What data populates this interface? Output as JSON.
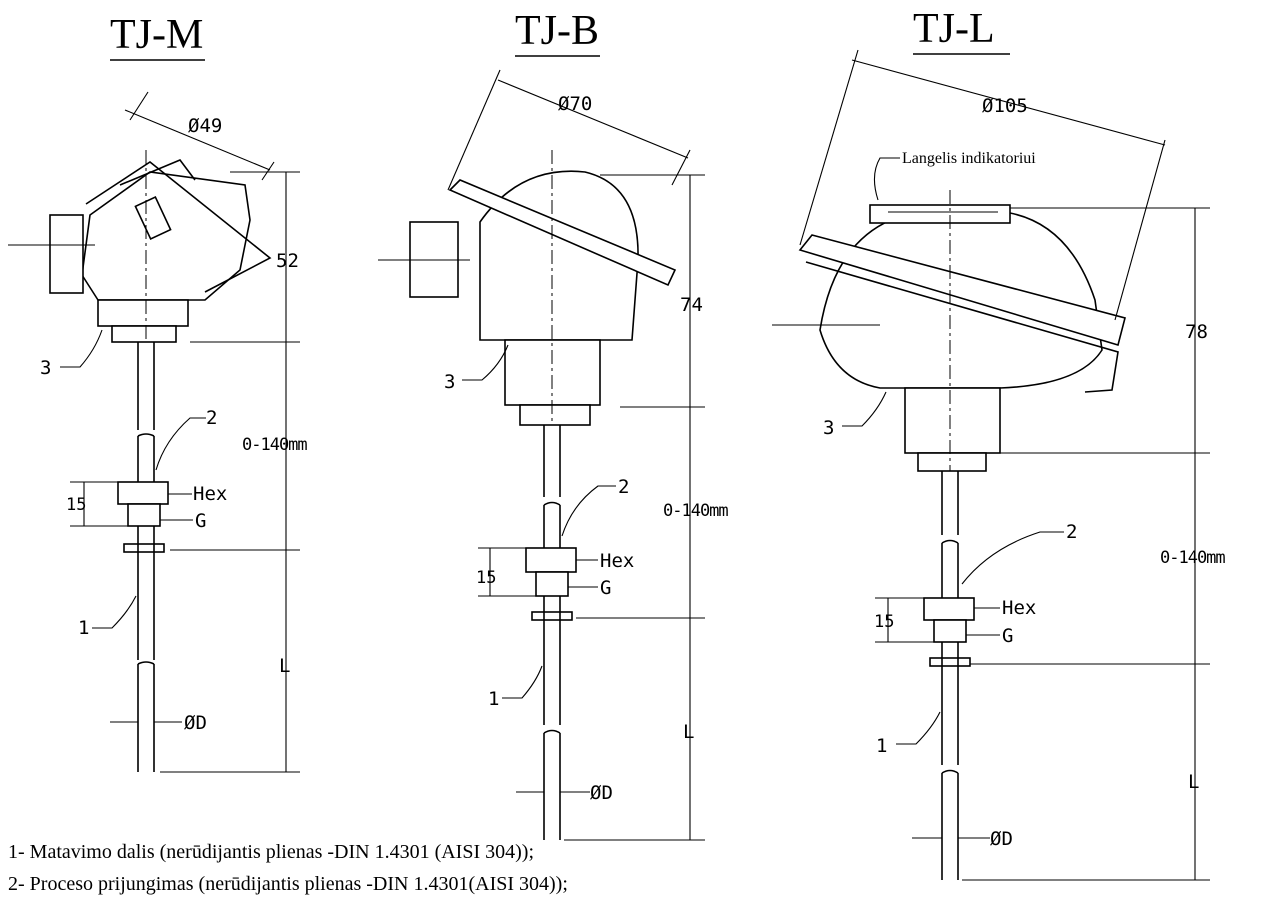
{
  "models": [
    {
      "title": "TJ-M",
      "diameter": "Ø49",
      "head_height": "52",
      "range": "0-140mm",
      "thread_height": "15",
      "hex": "Hex",
      "g": "G",
      "length": "L",
      "od": "ØD",
      "callouts": [
        "1",
        "2",
        "3"
      ]
    },
    {
      "title": "TJ-B",
      "diameter": "Ø70",
      "head_height": "74",
      "range": "0-140mm",
      "thread_height": "15",
      "hex": "Hex",
      "g": "G",
      "length": "L",
      "od": "ØD",
      "callouts": [
        "1",
        "2",
        "3"
      ]
    },
    {
      "title": "TJ-L",
      "diameter": "Ø105",
      "head_height": "78",
      "range": "0-140mm",
      "thread_height": "15",
      "hex": "Hex",
      "g": "G",
      "length": "L",
      "od": "ØD",
      "callouts": [
        "1",
        "2",
        "3"
      ],
      "window_label": "Langelis indikatoriui"
    }
  ],
  "legend": [
    "1- Matavimo dalis (nerūdijantis plienas -DIN 1.4301 (AISI 304));",
    "2- Proceso prijungimas (nerūdijantis plienas -DIN 1.4301(AISI 304));"
  ]
}
